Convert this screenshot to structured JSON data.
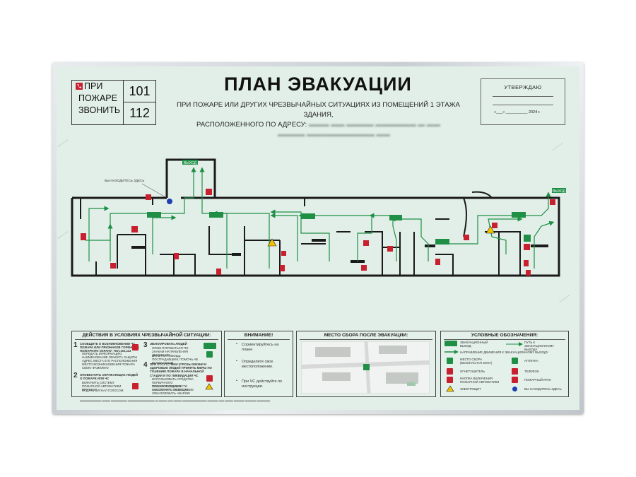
{
  "header": {
    "phone_label_lines": [
      "ПРИ",
      "ПОЖАРЕ",
      "ЗВОНИТЬ"
    ],
    "phone_numbers": [
      "101",
      "112"
    ],
    "title": "ПЛАН ЭВАКУАЦИИ",
    "subtitle_line1": "ПРИ ПОЖАРЕ ИЛИ ДРУГИХ ЧРЕЗВЫЧАЙНЫХ СИТУАЦИЯХ ИЗ ПОМЕЩЕНИЙ 1 ЭТАЖА ЗДАНИЯ,",
    "subtitle_line2": "РАСПОЛОЖЕННОГО ПО АДРЕСУ:",
    "approve_title": "УТВЕРЖДАЮ",
    "approve_date": "«___» __________ 2024 г."
  },
  "plan": {
    "you_are_here": "ВЫ НАХОДИТЕСЬ ЗДЕСЬ",
    "exit_label": "ВЫХОД"
  },
  "actions": {
    "title": "ДЕЙСТВИЯ В УСЛОВИЯХ ЧРЕЗВЫЧАЙНОЙ СИТУАЦИИ:",
    "step1_title": "СООБЩИТЕ О ВОЗНИКНОВЕНИИ ЧС, ПОЖАРА ИЛИ ПРИЗНАКОВ ГОРЕНИЯ В ПОЖАРНУЮ ОХРАНУ: ТЕЛ.101,112",
    "step1_items": [
      "ПЕРЕДАТЬ ИНФОРМАЦИЮ",
      "НАИМЕНОВАНИЕ ОБЪЕКТА ЗАЩИТЫ",
      "АДРЕС МЕСТА ЕГО РАСПОЛОЖЕНИЯ",
      "МЕСТО ВОЗНИКНОВЕНИЯ ПОЖАРА",
      "СВОЮ ФАМИЛИЮ"
    ],
    "step2_title": "ОПОВЕСТИТЬ ОКРУЖАЮЩИХ ЛЮДЕЙ О ПОЖАРЕ ИЛИ ЧС",
    "step2_items": [
      "ВКЛЮЧИТЬ СИСТЕМУ ПОЖАРНОЙ АВТОМАТИКИ ВРУЧНУЮ",
      "ПОДАТЬ СИГНАЛ ГОЛОСОМ"
    ],
    "step3_title": "ЭВАКУИРОВАТЬ ЛЮДЕЙ",
    "step3_items": [
      "ОРИЕНТИРОВАТЬСЯ ПО ЗНАКАМ НАПРАВЛЕНИЯ ДВИЖЕНИЯ",
      "ОКАЗАТЬ ПОМОЩЬ ПОСТРАДАВШИМ, ПОМОЧЬ НЕ ВЫНОСИМЫМ"
    ],
    "step4_title": "ПРИ ОТСУТСТВИИ УГРОЗЫ ЖИЗНИ И ЗДОРОВЬЮ ЛЮДЕЙ ПРИНЯТЬ МЕРЫ ПО ТУШЕНИЮ ПОЖАРА В НАЧАЛЬНОЙ СТАДИИ И ПО ЛИКВИДАЦИИ ЧС",
    "step4_items": [
      "ИСПОЛЬЗОВАТЬ СРЕДСТВА ПЕРВИЧНОГО ПОЖАРОТУШЕНИЯ",
      "ПРИ НЕОБХОДИМОСТИ ОБЕСТОЧИТЬ ПОМЕЩЕНИЕ",
      "ОБОЗНАЧИТЬ МЕСТО ЧС",
      "ЛОКАЛИЗОВАТЬ АВАРИЮ"
    ],
    "numbers": [
      "1",
      "2",
      "3",
      "4"
    ]
  },
  "attention": {
    "title": "ВНИМАНИЕ!",
    "items": [
      "Сориентируйтесь на плане",
      "Определите свое местоположение.",
      "При ЧС действуйте по инструкции."
    ]
  },
  "assembly": {
    "title": "МЕСТО СБОРА ПОСЛЕ ЭВАКУАЦИИ:"
  },
  "legend": {
    "title": "УСЛОВНЫЕ ОБОЗНАЧЕНИЯ:",
    "left": [
      "ЭВАКУАЦИОННЫЙ ВЫХОД",
      "НАПРАВЛЕНИЕ ДВИЖЕНИЯ К ЭВАКУАЦИОННОМУ ВЫХОДУ",
      "МЕСТО СБОРА (БЕЗОПАСНАЯ ЗОНА)",
      "ОГНЕТУШИТЕЛЬ",
      "КНОПКА ВКЛЮЧЕНИЯ ПОЖАРНОЙ АВТОМАТИКИ",
      "ЭЛЕКТРОЩИТ"
    ],
    "right": [
      "ПУТЬ К ЭВАКУАЦИОННОМУ ВЫХОДУ",
      "АПТЕЧКА",
      "ТЕЛЕФОН",
      "ПОЖАРНЫЙ КРАН",
      "ВЫ НАХОДИТЕСЬ ЗДЕСЬ"
    ]
  },
  "colors": {
    "wall": "#1a1a1a",
    "route": "#1e8f45",
    "fire": "#c8202e",
    "board": "#e2efe8"
  }
}
